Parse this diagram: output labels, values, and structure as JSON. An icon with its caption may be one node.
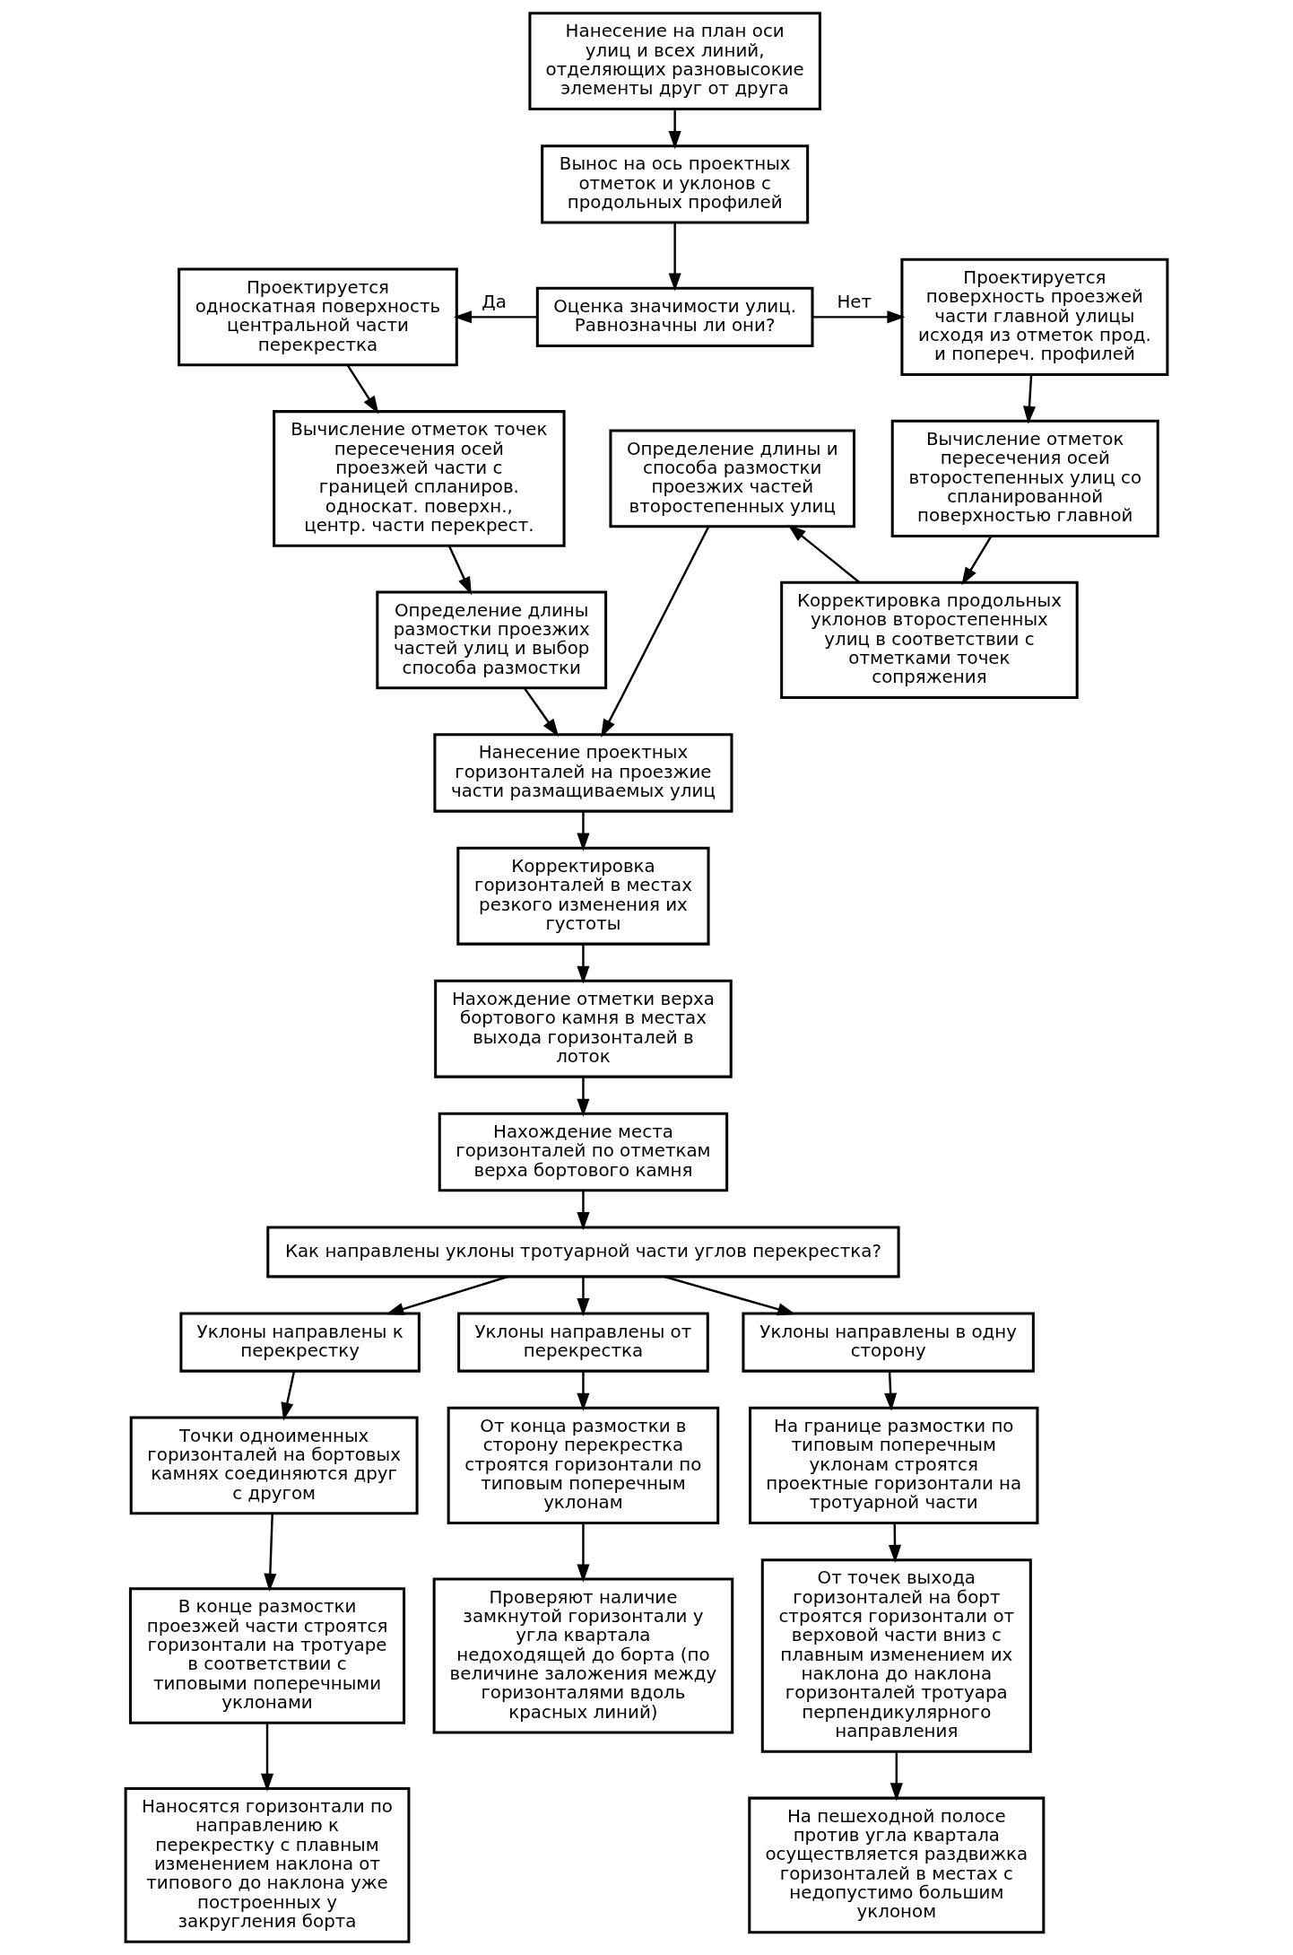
{
  "diagram": {
    "nodes": [
      {
        "text": [
          "Нанесение на план оси улиц и всех линий, отделяющих разновысокие элементы друг от друга"
        ]
      },
      {
        "text": [
          "Вынос на ось проектных отметок и уклонов с продольных профилей"
        ]
      },
      {
        "text": [
          "Проектируется односкатная поверхность центральной части перекрестка"
        ]
      },
      {
        "text": [
          "Оценка значимости улиц. Равнозначны ли они?"
        ]
      },
      {
        "text": [
          "Проектируется поверхность проезжей части главной улицы исходя из отметок прод. и попереч. профилей"
        ]
      },
      {
        "text": [
          "Вычисление отметок точек пересечения осей проезжей части с границей спланиров. односкат. поверхн., центр. части перекрест."
        ]
      },
      {
        "text": [
          "Определение длины размостки проезжих частей улиц и выбор способа размостки"
        ]
      },
      {
        "text": [
          "Определение длины и способа размостки проезжих частей второстепенных улиц"
        ]
      },
      {
        "text": [
          "Корректировка продольных уклонов второстепенных улиц в соответствии с отметками точек сопряжения"
        ]
      },
      {
        "text": [
          "Вычисление отметок пересечения осей второстепенных улиц со спланированной поверхностью главной"
        ]
      },
      {
        "text": [
          "Нанесение проектных горизонталей на проезжие части размащиваемых улиц"
        ]
      },
      {
        "text": [
          "Корректировка горизонталей в местах резкого изменения их густоты"
        ]
      },
      {
        "text": [
          "Нахождение отметки верха бортового камня в местах выхода горизонталей в лоток"
        ]
      },
      {
        "text": [
          "Нахождение места горизонталей по отметкам верха бортового камня"
        ]
      },
      {
        "text": [
          "Как направлены уклоны тротуарной части углов перекрестка?"
        ]
      },
      {
        "text": [
          "Уклоны направлены к перекрестку"
        ]
      },
      {
        "text": [
          "Уклоны направлены от перекрестка"
        ]
      },
      {
        "text": [
          "Уклоны направлены в одну сторону"
        ]
      },
      {
        "text": [
          "Точки одноименных горизонталей на бортовых камнях соединяются друг с другом"
        ]
      },
      {
        "text": [
          "В конце размостки проезжей части строятся горизонтали на тротуаре в соответствии с типовыми поперечными уклонами"
        ]
      },
      {
        "text": [
          "Наносятся горизонтали по направлению к перекрестку с плавным изменением наклона от типового до наклона уже построенных у закругления борта"
        ]
      },
      {
        "text": [
          "От конца размостки в сторону перекрестка строятся горизонтали по типовым поперечным уклонам"
        ]
      },
      {
        "text": [
          "Проверяют наличие замкнутой горизонтали у угла квартала недоходящей до борта (по величине заложения между горизонталями вдоль красных линий)"
        ]
      },
      {
        "text": [
          "На границе размостки по типовым поперечным уклонам строятся проектные горизонтали на тротуарной части"
        ]
      },
      {
        "text": [
          "От точек выхода горизонталей на борт строятся горизонтали от верховой части вниз с плавным изменением их наклона до наклона горизонталей тротуара перпендикулярного направления"
        ]
      },
      {
        "text": [
          "На пешеходной полосе против угла квартала осуществляется раздвижка горизонталей в местах с недопустимо большим уклоном"
        ]
      }
    ],
    "edges": [
      {
        "from": 0,
        "to": 1,
        "arrow": "to"
      },
      {
        "from": 1,
        "to": 3,
        "arrow": "to"
      },
      {
        "from": 3,
        "to": 2,
        "arrow": "to",
        "label": "Да"
      },
      {
        "from": 3,
        "to": 4,
        "arrow": "to",
        "label": "Нет"
      },
      {
        "from": 2,
        "to": 5,
        "arrow": "to"
      },
      {
        "from": 5,
        "to": 6,
        "arrow": "to"
      },
      {
        "from": 4,
        "to": 9,
        "arrow": "to"
      },
      {
        "from": 9,
        "to": 8,
        "arrow": "to"
      },
      {
        "from": 8,
        "to": 7,
        "arrow": "to"
      },
      {
        "from": 6,
        "to": 10,
        "arrow": "to"
      },
      {
        "from": 7,
        "to": 10,
        "arrow": "to"
      },
      {
        "from": 10,
        "to": 11,
        "arrow": "to"
      },
      {
        "from": 11,
        "to": 12,
        "arrow": "to"
      },
      {
        "from": 12,
        "to": 13,
        "arrow": "to"
      },
      {
        "from": 13,
        "to": 14,
        "arrow": "to"
      },
      {
        "from": 14,
        "to": 15,
        "arrow": "to"
      },
      {
        "from": 14,
        "to": 16,
        "arrow": "to"
      },
      {
        "from": 14,
        "to": 17,
        "arrow": "to"
      },
      {
        "from": 15,
        "to": 18,
        "arrow": "to"
      },
      {
        "from": 18,
        "to": 19,
        "arrow": "to"
      },
      {
        "from": 19,
        "to": 20,
        "arrow": "to"
      },
      {
        "from": 16,
        "to": 21,
        "arrow": "to"
      },
      {
        "from": 21,
        "to": 22,
        "arrow": "to"
      },
      {
        "from": 17,
        "to": 23,
        "arrow": "to"
      },
      {
        "from": 23,
        "to": 24,
        "arrow": "to"
      },
      {
        "from": 24,
        "to": 25,
        "arrow": "to"
      }
    ]
  }
}
